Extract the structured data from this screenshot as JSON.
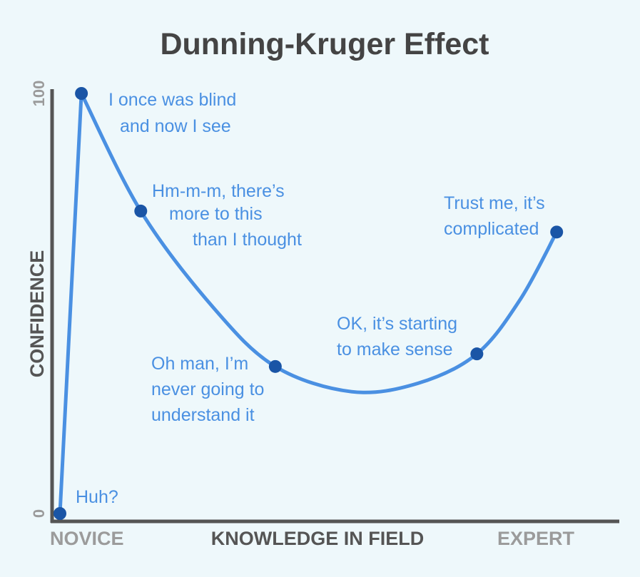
{
  "chart_data": {
    "type": "line",
    "title": "Dunning-Kruger Effect",
    "xlabel": "KNOWLEDGE IN FIELD",
    "ylabel": "CONFIDENCE",
    "x_tick_labels": [
      {
        "label": "NOVICE",
        "at": 0.05
      },
      {
        "label": "EXPERT",
        "at": 0.9
      }
    ],
    "y_ticks": [
      0,
      100
    ],
    "xlim": [
      0,
      1
    ],
    "ylim": [
      0,
      100
    ],
    "grid": false,
    "colors": {
      "line": "#4a90e2",
      "point": "#1a55a6",
      "annotation": "#4a90e2",
      "axis": "#555555",
      "tick_label": "#9b9b9b",
      "title": "#444444",
      "background": "#eef8fb"
    },
    "points": [
      {
        "x": 0.0,
        "y": 0,
        "label": "Huh?"
      },
      {
        "x": 0.042,
        "y": 100,
        "label": "I once was blind and now I see"
      },
      {
        "x": 0.158,
        "y": 72,
        "label": "Hm-m-m, there’s more to this than I thought"
      },
      {
        "x": 0.421,
        "y": 35,
        "label": "Oh man, I’m never going to understand it"
      },
      {
        "x": 0.815,
        "y": 38,
        "label": "OK, it’s starting to make sense"
      },
      {
        "x": 0.971,
        "y": 67,
        "label": "Trust me, it’s complicated"
      }
    ],
    "curve": {
      "x": [
        0.0,
        0.042,
        0.158,
        0.3,
        0.421,
        0.57,
        0.7,
        0.815,
        0.9,
        0.971
      ],
      "y": [
        0,
        100,
        72,
        49,
        35,
        29,
        31,
        38,
        51,
        67
      ]
    }
  }
}
